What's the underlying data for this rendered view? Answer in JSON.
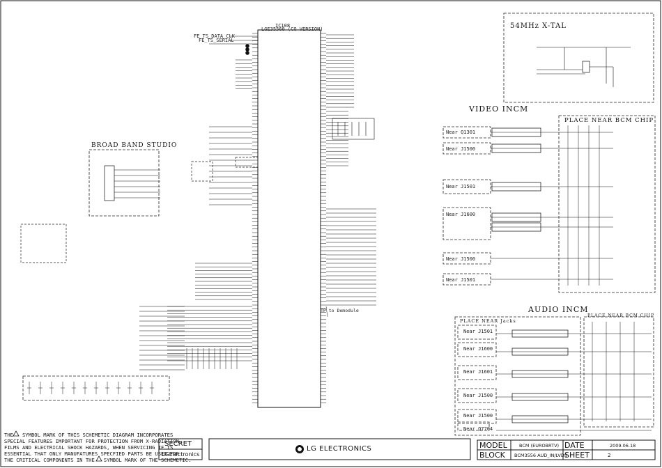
{
  "chip": {
    "ref": "IC108",
    "part": "LGE35560 (CO VERSION)"
  },
  "sections": {
    "broadband": "BROAD BAND STUDIO",
    "crystal": "54MHz X-TAL",
    "video": "VIDEO INCM",
    "place_near_bcm_chip": "PLACE NEAR BCM CHIP",
    "audio": "AUDIO INCM",
    "place_near_jacks": "PLACE NEAR Jacks",
    "place_near_bcm_chip_audio": "PLACE NEAR BCM CHIP",
    "to_demodule": "TP to Demodule"
  },
  "video_groups": [
    "Near Q1301",
    "Near J1500",
    "Near J1501",
    "Near J1600",
    "Near J1500",
    "Near J1501"
  ],
  "audio_groups": [
    "Near J1501",
    "Near J1600",
    "Near J1601",
    "Near J1500",
    "Near J1500",
    "Near Q7704"
  ],
  "inputs": [
    "FE_TS_DATA_CLK",
    "FE_TS_SERIAL"
  ],
  "notice_lines": [
    "THE   SYMBOL MARK OF THIS SCHEMETIC DIAGRAM INCORPORATES",
    "SPECIAL FEATURES IMPORTANT FOR PROTECTION FROM X-RADIATION.",
    "FILMS AND ELECTRICAL SHOCK HAZARDS, WHEN SERVICING IF IS",
    "ESSENTIAL THAT ONLY MANUFATURES SPECFIED PARTS BE USED FOR",
    "THE CRITICAL COMPONENTS IN THE   SYMBOL MARK OF THE SCHEMETIC."
  ],
  "titleblock": {
    "secret": "SECRET",
    "company_small": "LGElectronics",
    "logo_text": "LG ELECTRONICS",
    "model_label": "MODEL",
    "model_value": "BCM (EUROBRTV)",
    "date_label": "DATE",
    "date_value": "2009.06.18",
    "block_label": "BLOCK",
    "block_value": "BCM3556 AUD_IN/LVDS",
    "sheet_label": "SHEET",
    "sheet_value": "2"
  },
  "colors": {
    "line": "#111111",
    "dashed": "#222222",
    "fill": "#ffffff"
  }
}
